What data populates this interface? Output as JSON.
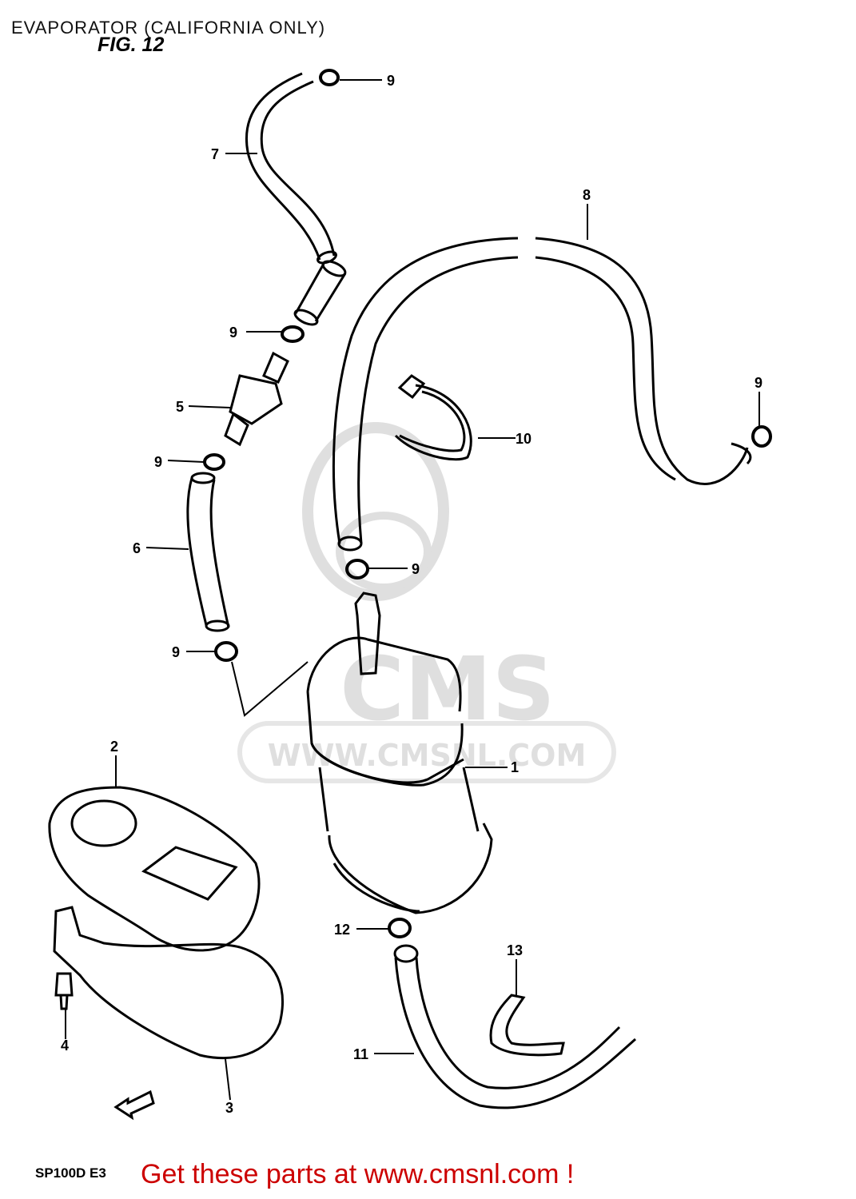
{
  "title": "EVAPORATOR (CALIFORNIA ONLY)",
  "figure_label": "FIG. 12",
  "model_code": "SP100D E3",
  "footer_link": "Get these parts at www.cmsnl.com !",
  "watermark": {
    "logo_text": "CMS",
    "url_text": "WWW.CMSNL.COM",
    "color": "#dcdcdc"
  },
  "colors": {
    "line": "#000000",
    "footer": "#cc0000"
  },
  "callouts": {
    "c1": "1",
    "c2": "2",
    "c3": "3",
    "c4": "4",
    "c5": "5",
    "c6": "6",
    "c7": "7",
    "c8": "8",
    "c9a": "9",
    "c9b": "9",
    "c9c": "9",
    "c9d": "9",
    "c9e": "9",
    "c9f": "9",
    "c10": "10",
    "c11": "11",
    "c12": "12",
    "c13": "13"
  }
}
